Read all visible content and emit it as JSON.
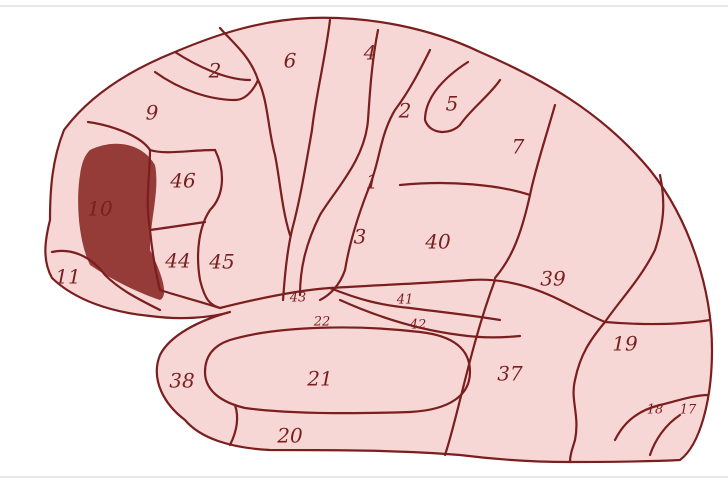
{
  "figure": {
    "colors": {
      "cortex_fill": "#f6d7d5",
      "outline": "#7a1e1e",
      "label": "#7a1e1e",
      "highlight": "#8b2a27",
      "frame": "#d0d0d0"
    },
    "highlighted_area": "10",
    "area_labels": [
      "2",
      "6",
      "4",
      "9",
      "5",
      "2",
      "7",
      "46",
      "1",
      "10",
      "3",
      "40",
      "44",
      "45",
      "11",
      "39",
      "43",
      "41",
      "22",
      "42",
      "19",
      "38",
      "21",
      "37",
      "20",
      "18",
      "17"
    ]
  }
}
